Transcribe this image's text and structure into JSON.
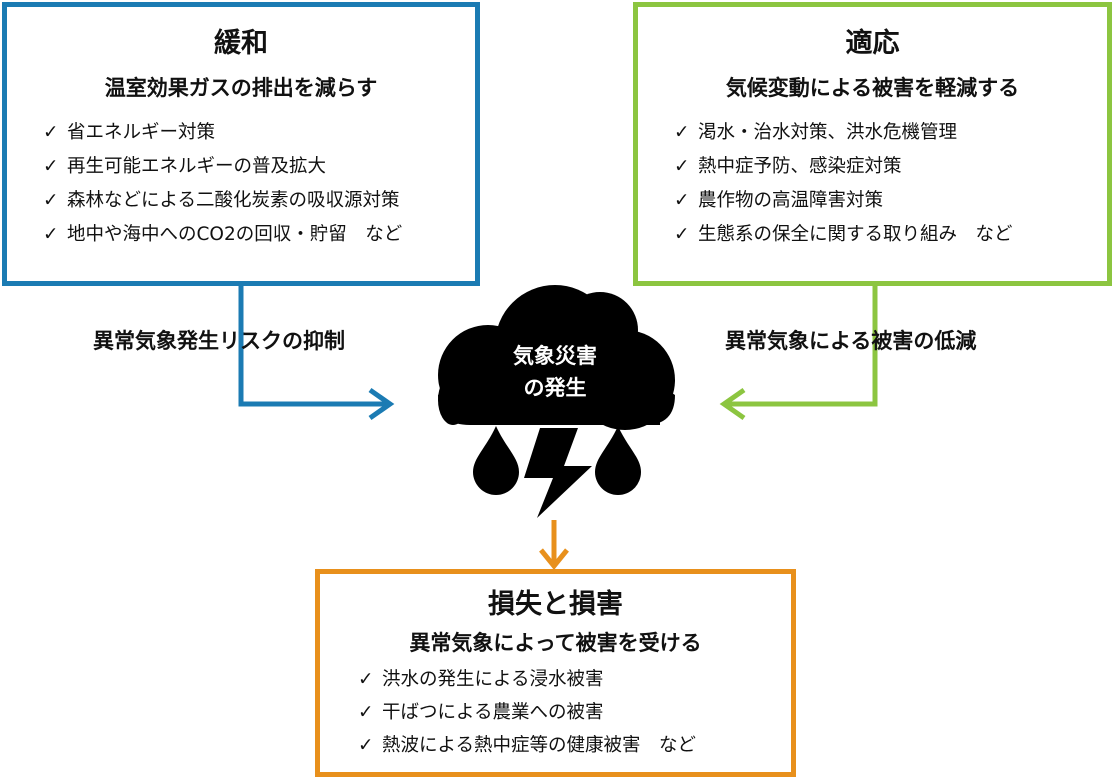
{
  "mitigation": {
    "title": "緩和",
    "subtitle": "温室効果ガスの排出を減らす",
    "items": [
      "省エネルギー対策",
      "再生可能エネルギーの普及拡大",
      "森林などによる二酸化炭素の吸収源対策",
      "地中や海中へのCO2の回収・貯留　など"
    ],
    "arrow_label": "異常気象発生リスクの抑制",
    "color": "#1b7bb3"
  },
  "adaptation": {
    "title": "適応",
    "subtitle": "気候変動による被害を軽減する",
    "items": [
      "渇水・治水対策、洪水危機管理",
      "熱中症予防、感染症対策",
      "農作物の高温障害対策",
      "生態系の保全に関する取り組み　など"
    ],
    "arrow_label": "異常気象による被害の低減",
    "color": "#8cc540"
  },
  "disaster": {
    "line1": "気象災害",
    "line2": "の発生"
  },
  "loss": {
    "title": "損失と損害",
    "subtitle": "異常気象によって被害を受ける",
    "items": [
      "洪水の発生による浸水被害",
      "干ばつによる農業への被害",
      "熱波による熱中症等の健康被害　など"
    ],
    "color": "#e8901c"
  },
  "check_mark": "✓"
}
